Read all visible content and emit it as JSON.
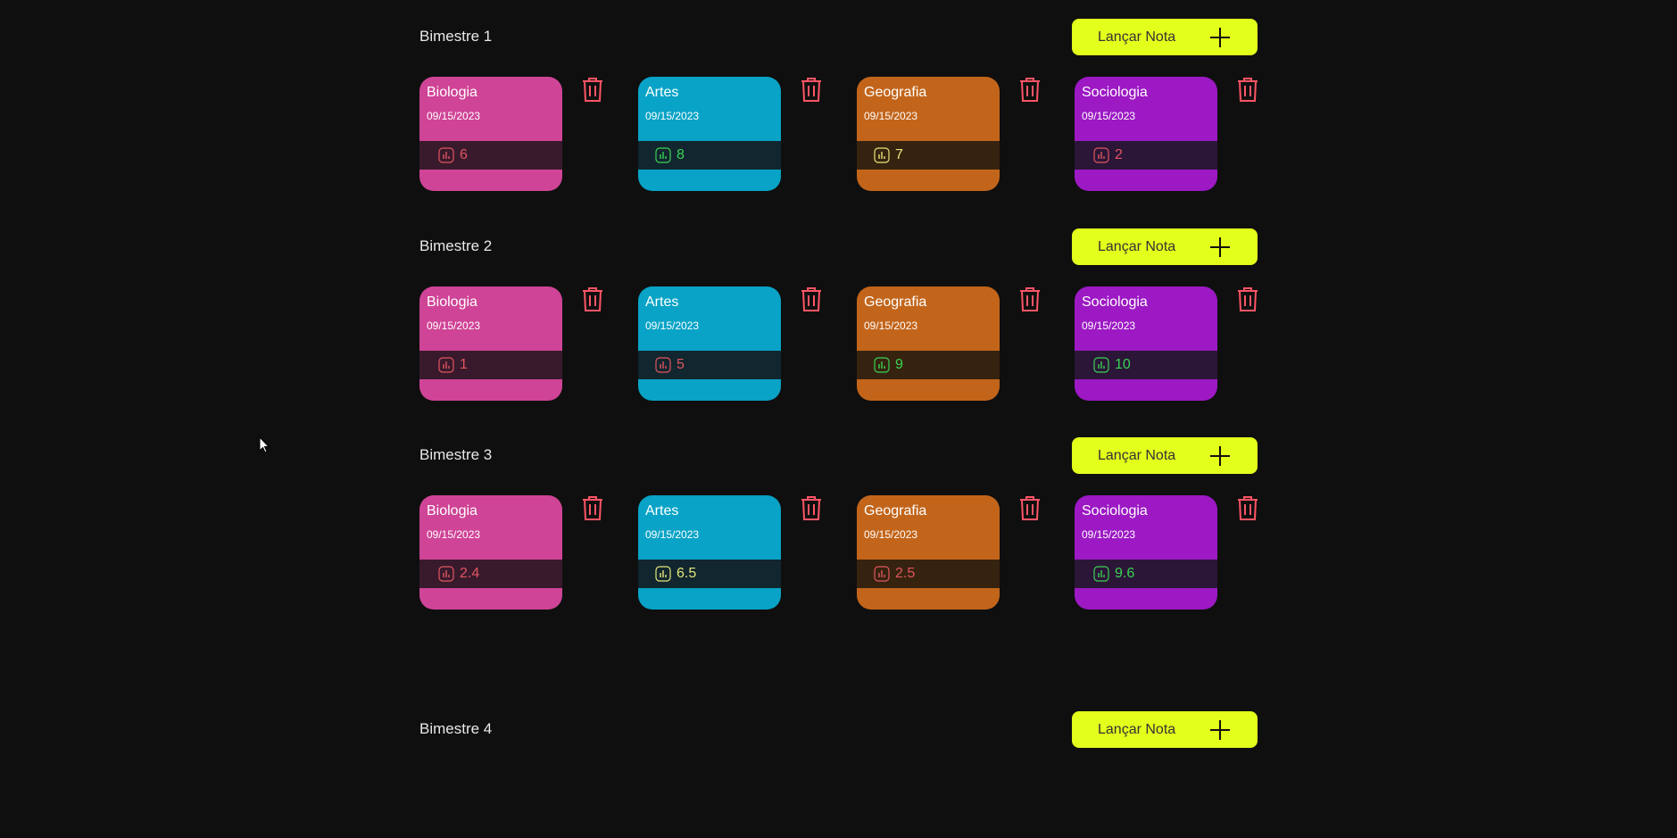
{
  "add_button_label": "Lançar Nota",
  "colors": {
    "background": "#0f0f0f",
    "button": "#e3ff1c",
    "trash": "#ff5566",
    "grade_red": "#e2555f",
    "grade_green": "#39d353",
    "grade_yellow": "#e7e77a"
  },
  "bimesters": [
    {
      "title": "Bimestre 1",
      "cards": [
        {
          "subject": "Biologia",
          "date": "09/15/2023",
          "grade": "6",
          "grade_color": "red"
        },
        {
          "subject": "Artes",
          "date": "09/15/2023",
          "grade": "8",
          "grade_color": "green"
        },
        {
          "subject": "Geografia",
          "date": "09/15/2023",
          "grade": "7",
          "grade_color": "yellow"
        },
        {
          "subject": "Sociologia",
          "date": "09/15/2023",
          "grade": "2",
          "grade_color": "red"
        }
      ]
    },
    {
      "title": "Bimestre 2",
      "cards": [
        {
          "subject": "Biologia",
          "date": "09/15/2023",
          "grade": "1",
          "grade_color": "red"
        },
        {
          "subject": "Artes",
          "date": "09/15/2023",
          "grade": "5",
          "grade_color": "red"
        },
        {
          "subject": "Geografia",
          "date": "09/15/2023",
          "grade": "9",
          "grade_color": "green"
        },
        {
          "subject": "Sociologia",
          "date": "09/15/2023",
          "grade": "10",
          "grade_color": "green"
        }
      ]
    },
    {
      "title": "Bimestre 3",
      "cards": [
        {
          "subject": "Biologia",
          "date": "09/15/2023",
          "grade": "2.4",
          "grade_color": "red"
        },
        {
          "subject": "Artes",
          "date": "09/15/2023",
          "grade": "6.5",
          "grade_color": "yellow"
        },
        {
          "subject": "Geografia",
          "date": "09/15/2023",
          "grade": "2.5",
          "grade_color": "red"
        },
        {
          "subject": "Sociologia",
          "date": "09/15/2023",
          "grade": "9.6",
          "grade_color": "green"
        }
      ]
    },
    {
      "title": "Bimestre 4",
      "cards": []
    }
  ],
  "subject_colors": {
    "Biologia": {
      "main": "#cf4496",
      "band": "#391a2c"
    },
    "Artes": {
      "main": "#08a3c6",
      "band": "#11262f"
    },
    "Geografia": {
      "main": "#c2651b",
      "band": "#36230f"
    },
    "Sociologia": {
      "main": "#9c19c4",
      "band": "#2b1637"
    }
  },
  "icons": {
    "trash": "trash-icon",
    "grade": "bar-chart-icon",
    "add": "plus-icon"
  }
}
